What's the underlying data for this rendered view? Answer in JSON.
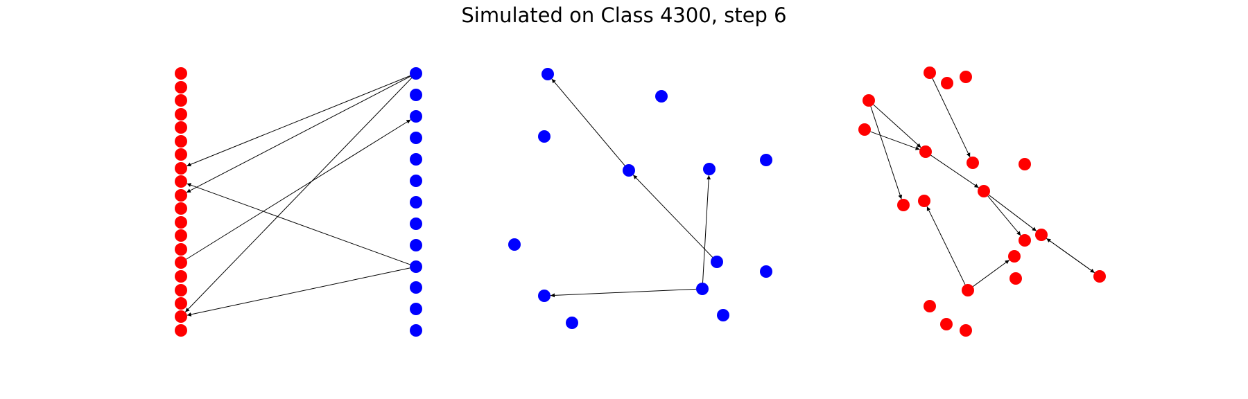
{
  "title": "Simulated on Class 4300, step 6",
  "colors": {
    "red": "#ff0000",
    "blue": "#0000ff",
    "edge": "#000000"
  },
  "panels": [
    {
      "id": "bipartite-panel",
      "node_count": {
        "red": 20,
        "blue": 13
      },
      "edges": [
        {
          "from": "blue-1",
          "to": "red-8"
        },
        {
          "from": "blue-1",
          "to": "red-10"
        },
        {
          "from": "blue-1",
          "to": "red-19"
        },
        {
          "from": "red-15",
          "to": "blue-3"
        },
        {
          "from": "blue-10",
          "to": "red-9"
        },
        {
          "from": "blue-10",
          "to": "red-19"
        }
      ]
    },
    {
      "id": "blue-graph-panel",
      "node_count": 13,
      "edges": [
        {
          "from": "b-mid",
          "to": "b-top-left"
        },
        {
          "from": "b-right-a",
          "to": "b-mid"
        },
        {
          "from": "b-bottom",
          "to": "b-mid-right"
        },
        {
          "from": "b-bottom",
          "to": "b-lower-left"
        }
      ]
    },
    {
      "id": "red-graph-panel",
      "node_count": 20,
      "edges": [
        {
          "from": "r-a",
          "to": "r-c"
        },
        {
          "from": "r-a",
          "to": "r-h"
        },
        {
          "from": "r-b",
          "to": "r-c"
        },
        {
          "from": "r-top",
          "to": "r-d"
        },
        {
          "from": "r-c",
          "to": "r-e"
        },
        {
          "from": "r-e",
          "to": "r-j"
        },
        {
          "from": "r-e",
          "to": "r-k"
        },
        {
          "from": "r-m",
          "to": "r-i"
        },
        {
          "from": "r-m",
          "to": "r-l"
        },
        {
          "from": "r-j",
          "to": "r-n"
        },
        {
          "from": "r-n",
          "to": "r-j"
        }
      ]
    }
  ]
}
